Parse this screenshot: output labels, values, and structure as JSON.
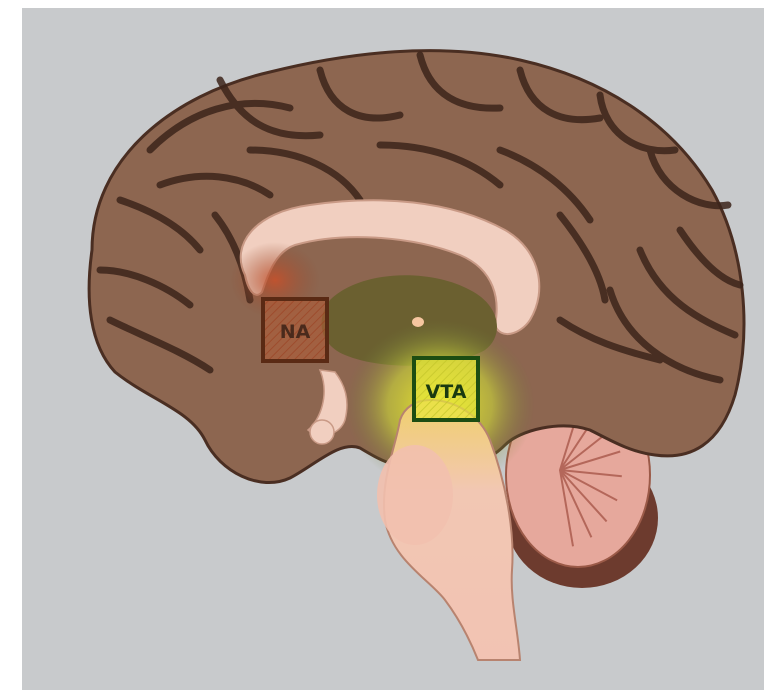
{
  "figure": {
    "background_color": "#c8cacc",
    "regions": [
      {
        "id": "na",
        "label": "NA",
        "box_color": "#5a2a14",
        "text_color": "#4a2a1c"
      },
      {
        "id": "vta",
        "label": "VTA",
        "box_color": "#1d4d12",
        "text_color": "#1a3a10"
      }
    ],
    "colors": {
      "cortex": "#8d6650",
      "cortex_dark": "#4a2e22",
      "white_matter": "#f1cfc0",
      "midbrain_glow": "#dfe33a",
      "cerebellum": "#e6a89c",
      "cerebellum_dark": "#6d3b2e"
    }
  }
}
